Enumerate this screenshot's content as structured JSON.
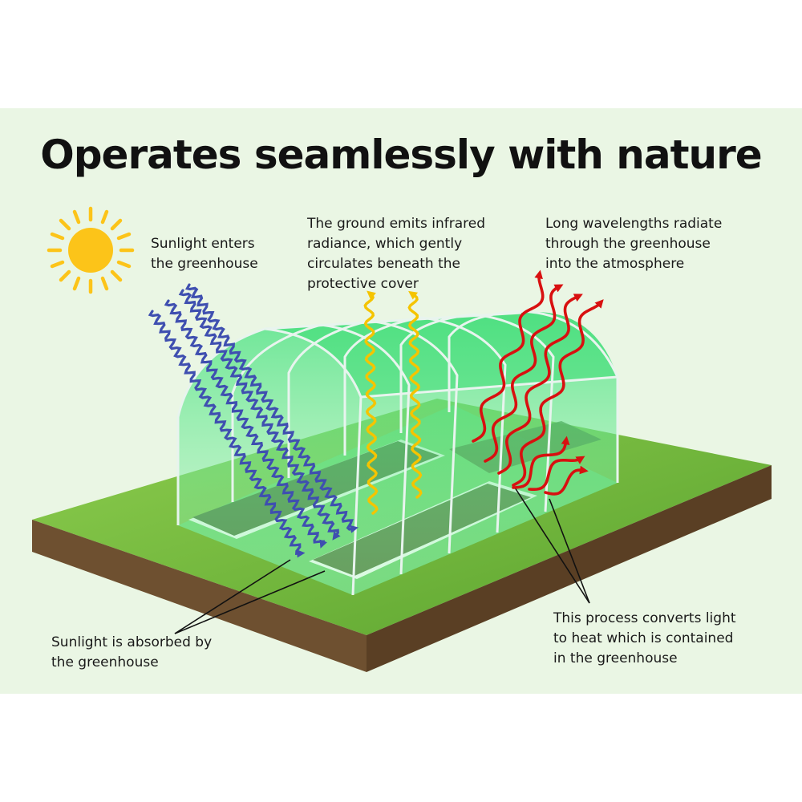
{
  "title": "Operates seamlessly with nature",
  "captions": {
    "sunlight_enters": [
      "Sunlight enters",
      "the greenhouse"
    ],
    "ground_emits": [
      "The ground emits infrared",
      "radiance, which gently",
      "circulates beneath the",
      "protective cover"
    ],
    "long_wavelengths": [
      "Long wavelengths radiate",
      "through the greenhouse",
      "into the atmosphere"
    ],
    "absorbed": [
      "Sunlight is absorbed by",
      "the greenhouse"
    ],
    "converts": [
      "This process converts light",
      "to heat which is contained",
      "in the greenhouse"
    ]
  },
  "colors": {
    "background_panel": "#eaf6e4",
    "sun": "#fcc419",
    "sunlight_wave": "#3f4fb0",
    "infrared_wave": "#f5c400",
    "heat_wave": "#d81010",
    "grass": "#6cb33a",
    "soil": "#6e5030",
    "cover": "#46e07a"
  },
  "icons": [
    "sun-icon",
    "sunlight-wave-arrow",
    "infrared-wave-arrow",
    "heat-wave-arrow",
    "greenhouse-illustration"
  ]
}
